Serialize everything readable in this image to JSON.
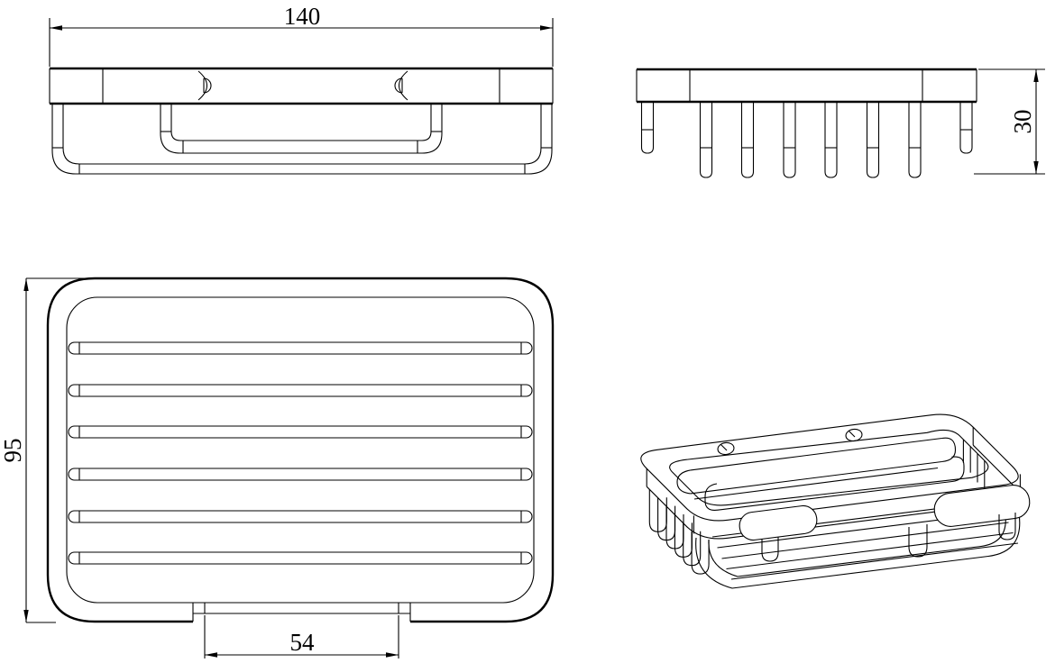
{
  "page": {
    "background": "#ffffff",
    "line_color": "#000000",
    "text_color": "#000000"
  },
  "drawing": {
    "type": "technical-orthographic-drawing",
    "subject": "wall-mounted wire soap basket",
    "views": {
      "front": {
        "name": "front view",
        "dim_width": "140"
      },
      "side": {
        "name": "side view",
        "dim_height": "30"
      },
      "plan": {
        "name": "top view",
        "dim_depth": "95",
        "dim_slot": "54"
      },
      "isometric": {
        "name": "isometric view"
      }
    }
  }
}
